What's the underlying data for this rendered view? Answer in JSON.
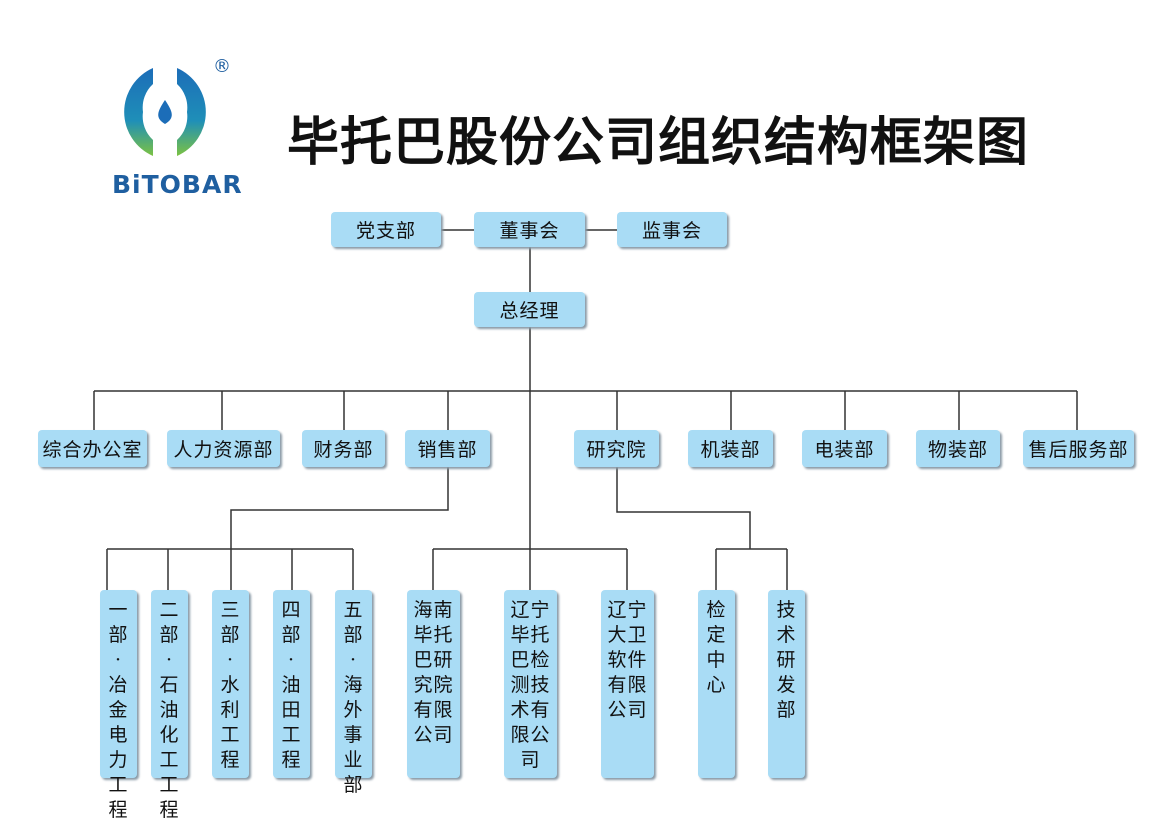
{
  "logo": {
    "brand": "BiTOBAR",
    "registered": "®"
  },
  "title": "毕托巴股份公司组织结构框架图",
  "top_row": [
    "党支部",
    "董事会",
    "监事会"
  ],
  "general_manager": "总经理",
  "departments": [
    "综合办公室",
    "人力资源部",
    "财务部",
    "销售部",
    "研究院",
    "机装部",
    "电装部",
    "物装部",
    "售后服务部"
  ],
  "sales_units": [
    "一部·冶金电力工程",
    "二部·石油化工工程",
    "三部·水利工程",
    "四部·油田工程",
    "五部·海外事业部"
  ],
  "subsidiaries": [
    "海南毕托巴研究院有限公司",
    "辽宁毕托巴检测技术有限公司",
    "辽宁大卫软件有限公司"
  ],
  "research_units": [
    "检定中心",
    "技术研发部"
  ],
  "colors": {
    "box": "#a9dcf5",
    "line": "#333333",
    "brand": "#1f5fa0"
  }
}
